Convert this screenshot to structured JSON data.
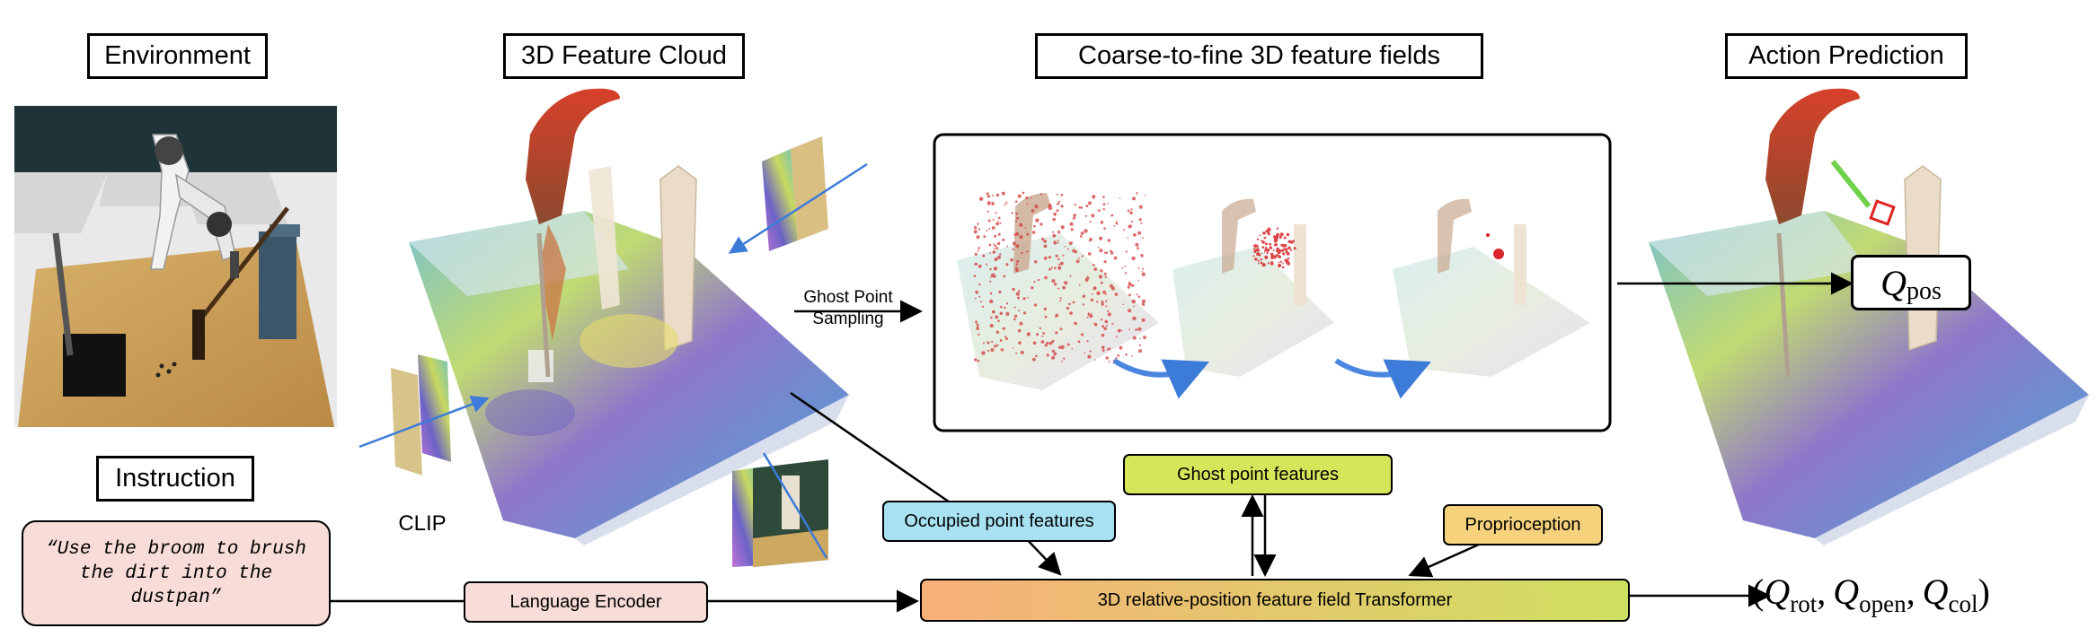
{
  "titles": {
    "environment": "Environment",
    "feature_cloud": "3D Feature Cloud",
    "feature_fields": "Coarse-to-fine 3D feature fields",
    "action_prediction": "Action Prediction",
    "instruction": "Instruction"
  },
  "instruction_text": "“Use the broom to brush the dirt into the dustpan”",
  "labels": {
    "clip": "CLIP",
    "ghost_sampling": "Ghost Point\nSampling"
  },
  "modules": {
    "language_encoder": "Language Encoder",
    "occupied_features": "Occupied point features",
    "ghost_features": "Ghost point features",
    "proprioception": "Proprioception",
    "transformer": "3D relative-position feature field Transformer"
  },
  "outputs": {
    "q_pos_symbol": "Q",
    "q_pos_sub": "pos",
    "tuple_open_paren": "(",
    "q_rot_sub": "rot",
    "q_open_sub": "open",
    "q_col_sub": "col",
    "tuple_close_paren": ")"
  },
  "colors": {
    "occupied": "#a8e2f2",
    "ghost": "#d6e65a",
    "proprio": "#f6d27c",
    "transformer_start": "#f8b07a",
    "transformer_end": "#cfe060",
    "language": "#f7dcd8",
    "arrow_blue": "#4a86e0"
  }
}
